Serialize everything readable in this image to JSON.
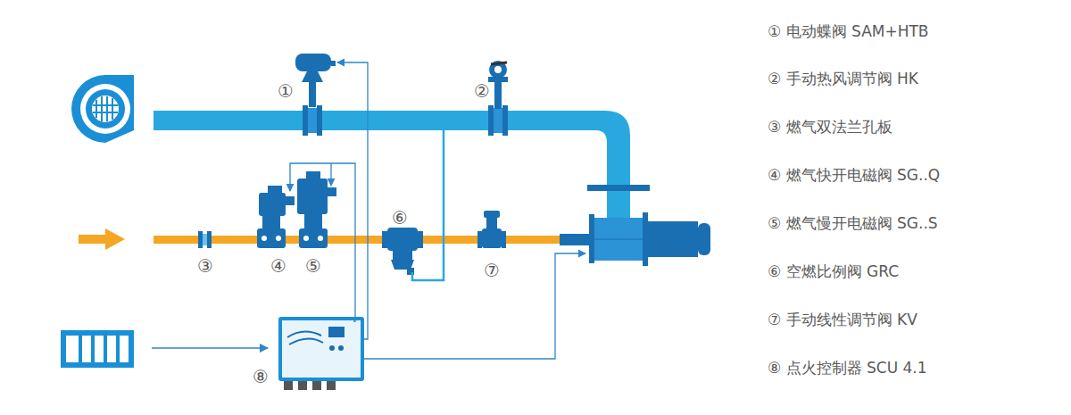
{
  "diagram": {
    "labels": [
      "①",
      "②",
      "③",
      "④",
      "⑤",
      "⑥",
      "⑦",
      "⑧",
      "① 电动蝶阀 SAM+HTB",
      "② 手动热风调节阀 HK",
      "③ 燃气双法兰孔板",
      "④ 燃气快开电磁阀 SG..Q",
      "⑤ 燃气慢开电磁阀 SG..S",
      "⑥ 空燃比例阀 GRC",
      "⑦ 手动线性调节阀 KV",
      "⑧ 点火控制器 SCU 4.1"
    ]
  }
}
